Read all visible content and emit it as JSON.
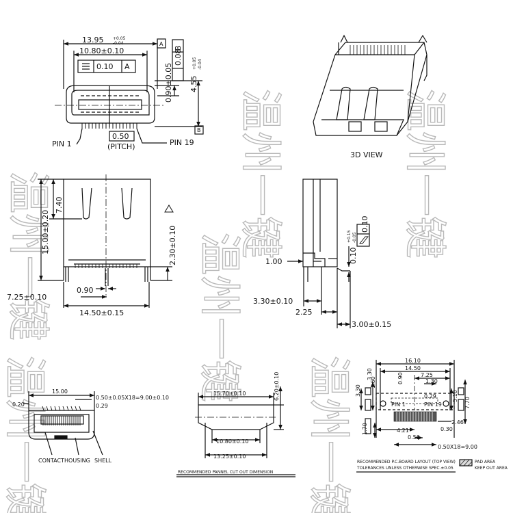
{
  "watermark": "温州一键",
  "top_left_view": {
    "dim_width_total": "13.95",
    "tol_plus": "+0.05",
    "tol_minus": "-0.04",
    "datum_a": "A",
    "datum_b": "B",
    "dim_inner_width": "10.80±0.10",
    "fcf_sym_tol": "0.10",
    "fcf_sym_ref": "A",
    "dim_090": "0.90±0.05",
    "fcf_par_tol": "0.08",
    "fcf_par_ref": "B",
    "dim_455": "4.55",
    "dim_455_plus": "+0.05",
    "dim_455_minus": "-0.04",
    "pin1": "PIN 1",
    "pin19": "PIN 19",
    "pitch_value": "0.50",
    "pitch_label": "(PITCH)"
  },
  "view_3d": {
    "label": "3D VIEW"
  },
  "front_view": {
    "dim_740": "7.40",
    "dim_1500": "15.00±0.20",
    "dim_230": "2.30±0.10",
    "dim_090": "0.90",
    "dim_725": "7.25±0.10",
    "dim_1450": "14.50±0.15"
  },
  "side_view": {
    "dim_100": "1.00",
    "dim_010": "0.10",
    "dim_010_plus": "+0.15",
    "dim_010_minus": "-0.05",
    "fcf_flat_tol": "0.10",
    "dim_330": "3.30±0.10",
    "dim_225": "2.25",
    "dim_300": "3.00±0.15"
  },
  "bottom_left_view": {
    "dim_1500": "15.00",
    "dim_pitch": "0.50±0.05X18=9.00±0.10",
    "dim_020": "0.20",
    "dim_029": "0.29",
    "label_contact": "CONTACT",
    "label_housing": "HOUSING",
    "label_shell": "SHELL"
  },
  "panel_cutout": {
    "dim_1570": "15.70±0.10",
    "dim_620": "6.20±0.10",
    "dim_1080": "10.80±0.10",
    "dim_1325": "13.25±0.10",
    "title": "RECOMMENDED PANNEL CUT OUT DIMENSION"
  },
  "pcb_layout": {
    "dim_1610": "16.10",
    "dim_1450": "14.50",
    "dim_725": "7.25",
    "dim_130": "1.30",
    "dim_090": "0.90",
    "dim_160": "1.60",
    "dim_330a": "3.30",
    "dim_330b": "3.30",
    "dim_510": "5.10",
    "dim_770": "7.70",
    "dim_029": "0.29",
    "pin1": "PIN 1",
    "pin19": "PIN 19",
    "dim_170": "1.70",
    "dim_246": "2.46",
    "dim_421": "4.21",
    "dim_030": "0.30",
    "dim_050": "0.50",
    "dim_pitch": "0.50X18=9.00",
    "note1": "RECOMMENDED P.C.BOARD LAYOUT (TOP VIEW)",
    "note2": "TOLERANCES UNLESS OTHERWISE SPEC.±0.05",
    "legend_pad": "PAD AREA",
    "legend_keepout": "KEEP OUT AREA"
  }
}
